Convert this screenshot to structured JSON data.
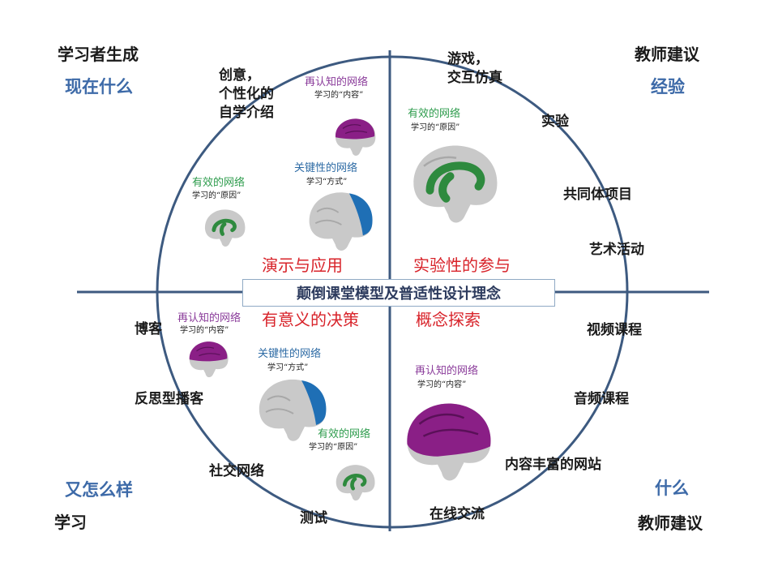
{
  "corners": {
    "top_left_title": "学习者生成",
    "top_left_sub": "现在什么",
    "top_right_title": "教师建议",
    "top_right_sub": "经验",
    "bottom_left_sub": "又怎么样",
    "bottom_left_title": "学习",
    "bottom_right_sub": "什么",
    "bottom_right_title": "教师建议"
  },
  "center_title": "颠倒课堂模型及普适性设计理念",
  "quadrant_labels": {
    "tl": "演示与应用",
    "tr": "实验性的参与",
    "bl": "有意义的决策",
    "br": "概念探索"
  },
  "nodes": {
    "tl_create": [
      "创意，",
      "个性化的",
      "自学介绍"
    ],
    "tr_games": [
      "游戏，",
      "交互仿真"
    ],
    "tr_experiment": "实验",
    "tr_community": "共同体项目",
    "tr_art": "艺术活动",
    "bl_blog": "博客",
    "bl_podcast": "反思型播客",
    "bl_social": "社交网络",
    "bl_test": "测试",
    "br_video": "视频课程",
    "br_audio": "音频课程",
    "br_website": "内容丰富的网站",
    "br_online": "在线交流"
  },
  "networks": {
    "recognition": "再认知的网络",
    "recognition_sub": "学习的“内容”",
    "strategic": "关键性的网络",
    "strategic_sub": "学习“方式”",
    "affective": "有效的网络",
    "affective_sub": "学习的“原因”"
  },
  "colors": {
    "axis": "#3d5a80",
    "purple": "#8a1f86",
    "green": "#2e8a3e",
    "blue": "#1f6fb5",
    "brain_gray": "#c9c9c9",
    "red": "#d8232a"
  }
}
